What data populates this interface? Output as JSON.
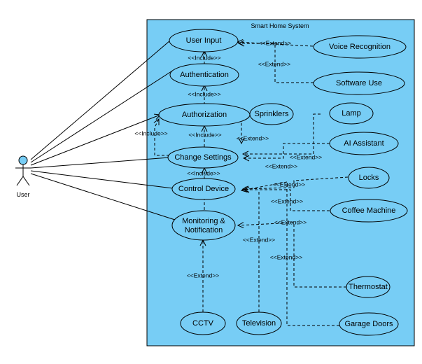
{
  "system": {
    "title": "Smart Home System",
    "fill": "#77cdf5"
  },
  "actor": {
    "name": "User"
  },
  "use_cases": {
    "user_input": "User Input",
    "authentication": "Authentication",
    "authorization": "Authorization",
    "change_settings": "Change Settings",
    "control_device": "Control Device",
    "monitoring_line1": "Monitoring &",
    "monitoring_line2": "Notification",
    "voice_recognition": "Voice Recognition",
    "software_use": "Software Use",
    "sprinklers": "Sprinklers",
    "lamp": "Lamp",
    "ai_assistant": "AI Assistant",
    "locks": "Locks",
    "coffee_machine": "Coffee Machine",
    "thermostat": "Thermostat",
    "garage_doors": "Garage Doors",
    "cctv": "CCTV",
    "television": "Television"
  },
  "relations": {
    "include": "<<Include>>",
    "extend": "<<Extend>>"
  }
}
